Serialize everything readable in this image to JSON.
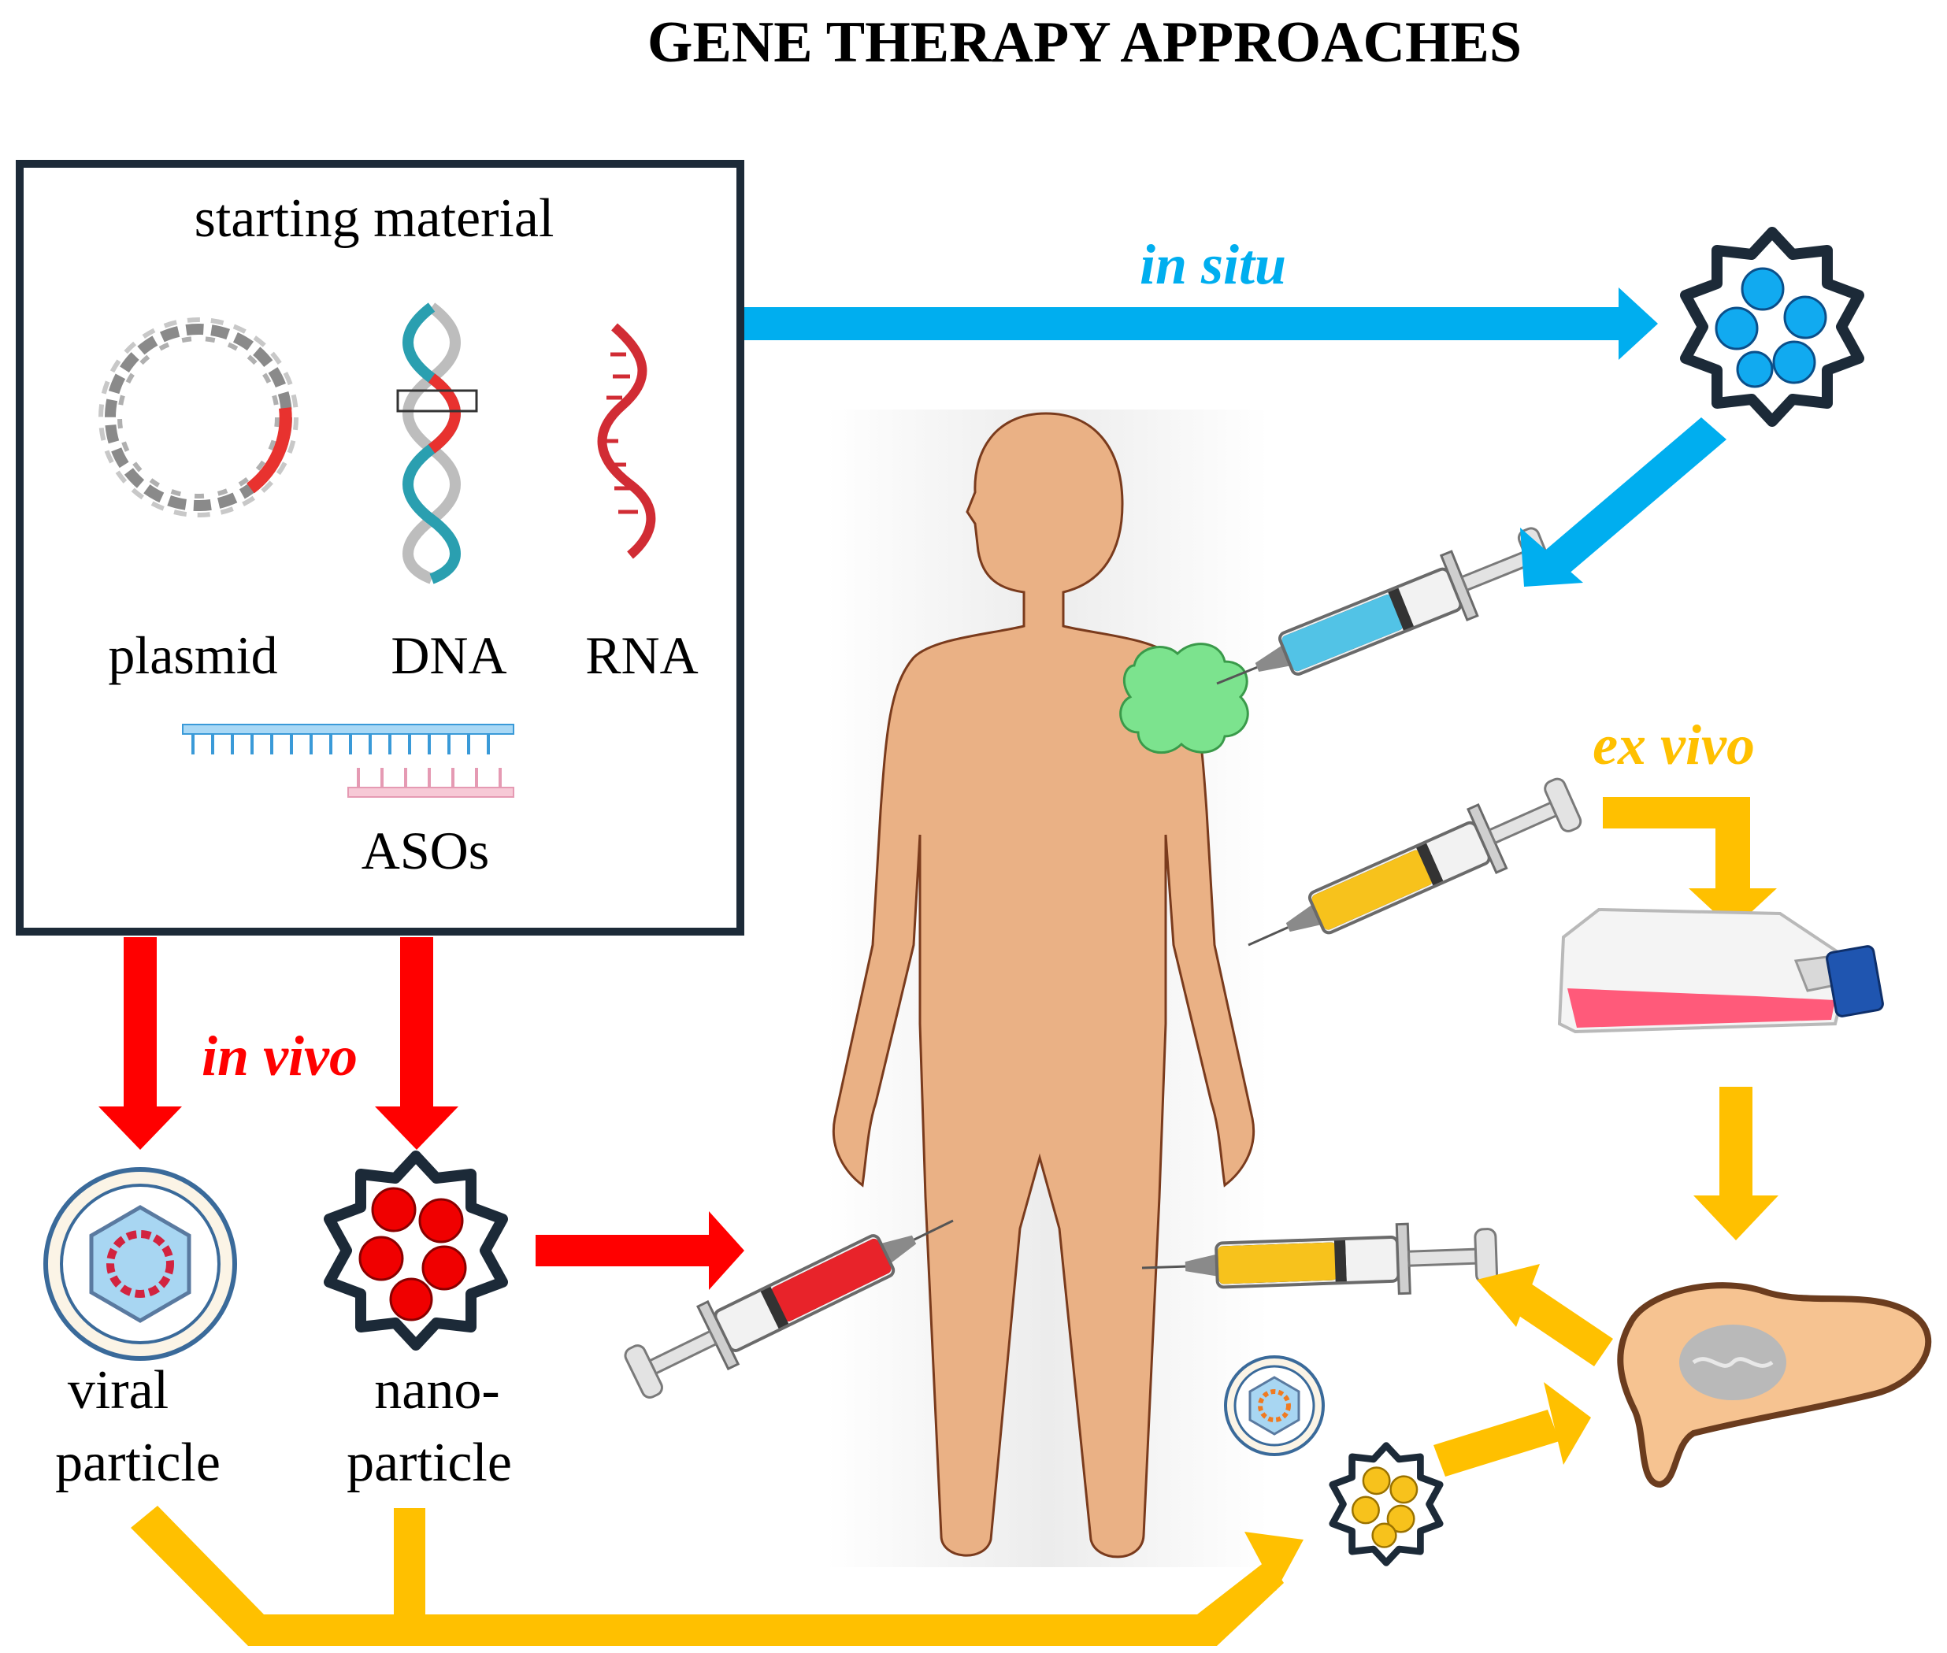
{
  "title": "GENE THERAPY APPROACHES",
  "starting_material": {
    "heading": "starting material",
    "plasmid_label": "plasmid",
    "dna_label": "DNA",
    "rna_label": "RNA",
    "aso_label": "ASOs"
  },
  "routes": {
    "in_situ": "in situ",
    "in_vivo": "in vivo",
    "ex_vivo": "ex vivo"
  },
  "vectors": {
    "viral_line1": "viral",
    "viral_line2": "particle",
    "nano_line1": "nano-",
    "nano_line2": "particle"
  },
  "colors": {
    "in_situ": "#00aeef",
    "in_vivo": "#ff0000",
    "ex_vivo": "#ffc000",
    "body_skin": "#eab185",
    "box_border": "#1c2a38",
    "tumor": "#7ce38e",
    "flask_medium": "#ff5a7a",
    "cell_body": "#f6c391"
  },
  "icons": [
    "plasmid-icon",
    "dna-helix-icon",
    "rna-strand-icon",
    "aso-icon",
    "nanoparticle-icon",
    "viral-particle-icon",
    "human-body-icon",
    "syringe-icon",
    "cell-culture-flask-icon",
    "cell-icon",
    "tumor-icon"
  ]
}
